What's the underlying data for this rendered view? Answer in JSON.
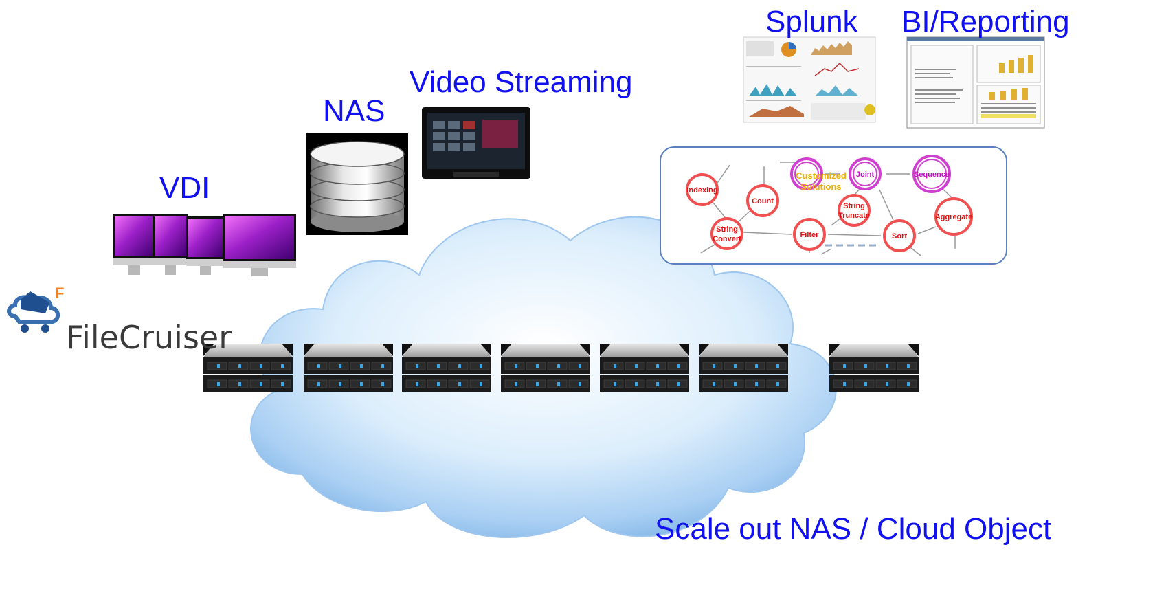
{
  "labels": {
    "splunk": "Splunk",
    "bi_reporting": "BI/Reporting",
    "video_streaming": "Video Streaming",
    "nas": "NAS",
    "vdi": "VDI",
    "scale_out": "Scale out NAS / Cloud Object"
  },
  "brand": {
    "name": "FileCruiser",
    "logo_letter": "F",
    "logo_icon": "cloud-truck-icon"
  },
  "flow": {
    "nodes": {
      "indexing": "Indexing",
      "count": "Count",
      "string_convert_1": "String",
      "string_convert_2": "Convert",
      "filter": "Filter",
      "string_truncate_1": "String",
      "string_truncate_2": "Truncate",
      "sort": "Sort",
      "aggregate": "Aggregate",
      "joint": "Joint",
      "sequence": "Sequence",
      "customized_1": "Customized",
      "customized_2": "Solutions"
    }
  },
  "colors": {
    "label_text": "#1010f0",
    "node_red": "#f05050",
    "node_purple": "#d040d0",
    "custom_gold": "#f0b000",
    "panel_border": "#5b7fc0"
  },
  "icons": {
    "desktop": "monitor-icon",
    "nas": "database-icon",
    "tv": "tv-icon",
    "server": "server-icon",
    "cloud": "cloud-icon"
  }
}
